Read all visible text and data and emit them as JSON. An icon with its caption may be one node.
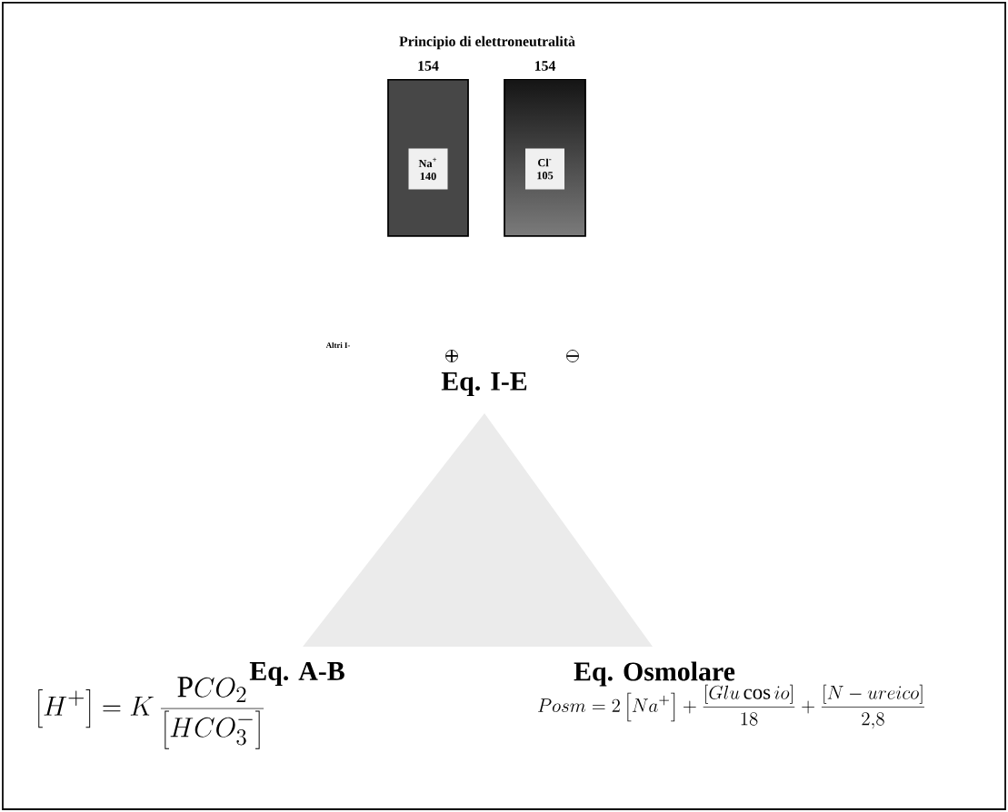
{
  "diagram": {
    "title": "Principio di elettroneutralità",
    "nodes": [
      {
        "text": [],
        "shape": "bar",
        "beside": [
          "154"
        ]
      },
      {
        "text": [
          "Na$^{+}$",
          "140"
        ],
        "in": 0
      },
      {
        "text": [],
        "shape": "bar",
        "beside": [
          "154"
        ]
      },
      {
        "text": [
          "Cl$^{-}$",
          "105"
        ],
        "in": 2
      },
      {
        "text": [],
        "shape": "triangle"
      }
    ],
    "edges": [],
    "labels": [
      "Altri I-",
      "Eq. I-E",
      "Eq. A-B",
      "Eq. Osmolare",
      "\\left[H^{+}\\right] = K\\,\\frac{\\mathrm{P}CO_{2}}{\\left[HCO_{3}^{-}\\right]}",
      "Posm = 2\\left[Na^{+}\\right] + \\frac{\\left[Glu\\cos io\\right]}{18} + \\frac{\\left[N - ureico\\right]}{2{,}8}"
    ]
  }
}
